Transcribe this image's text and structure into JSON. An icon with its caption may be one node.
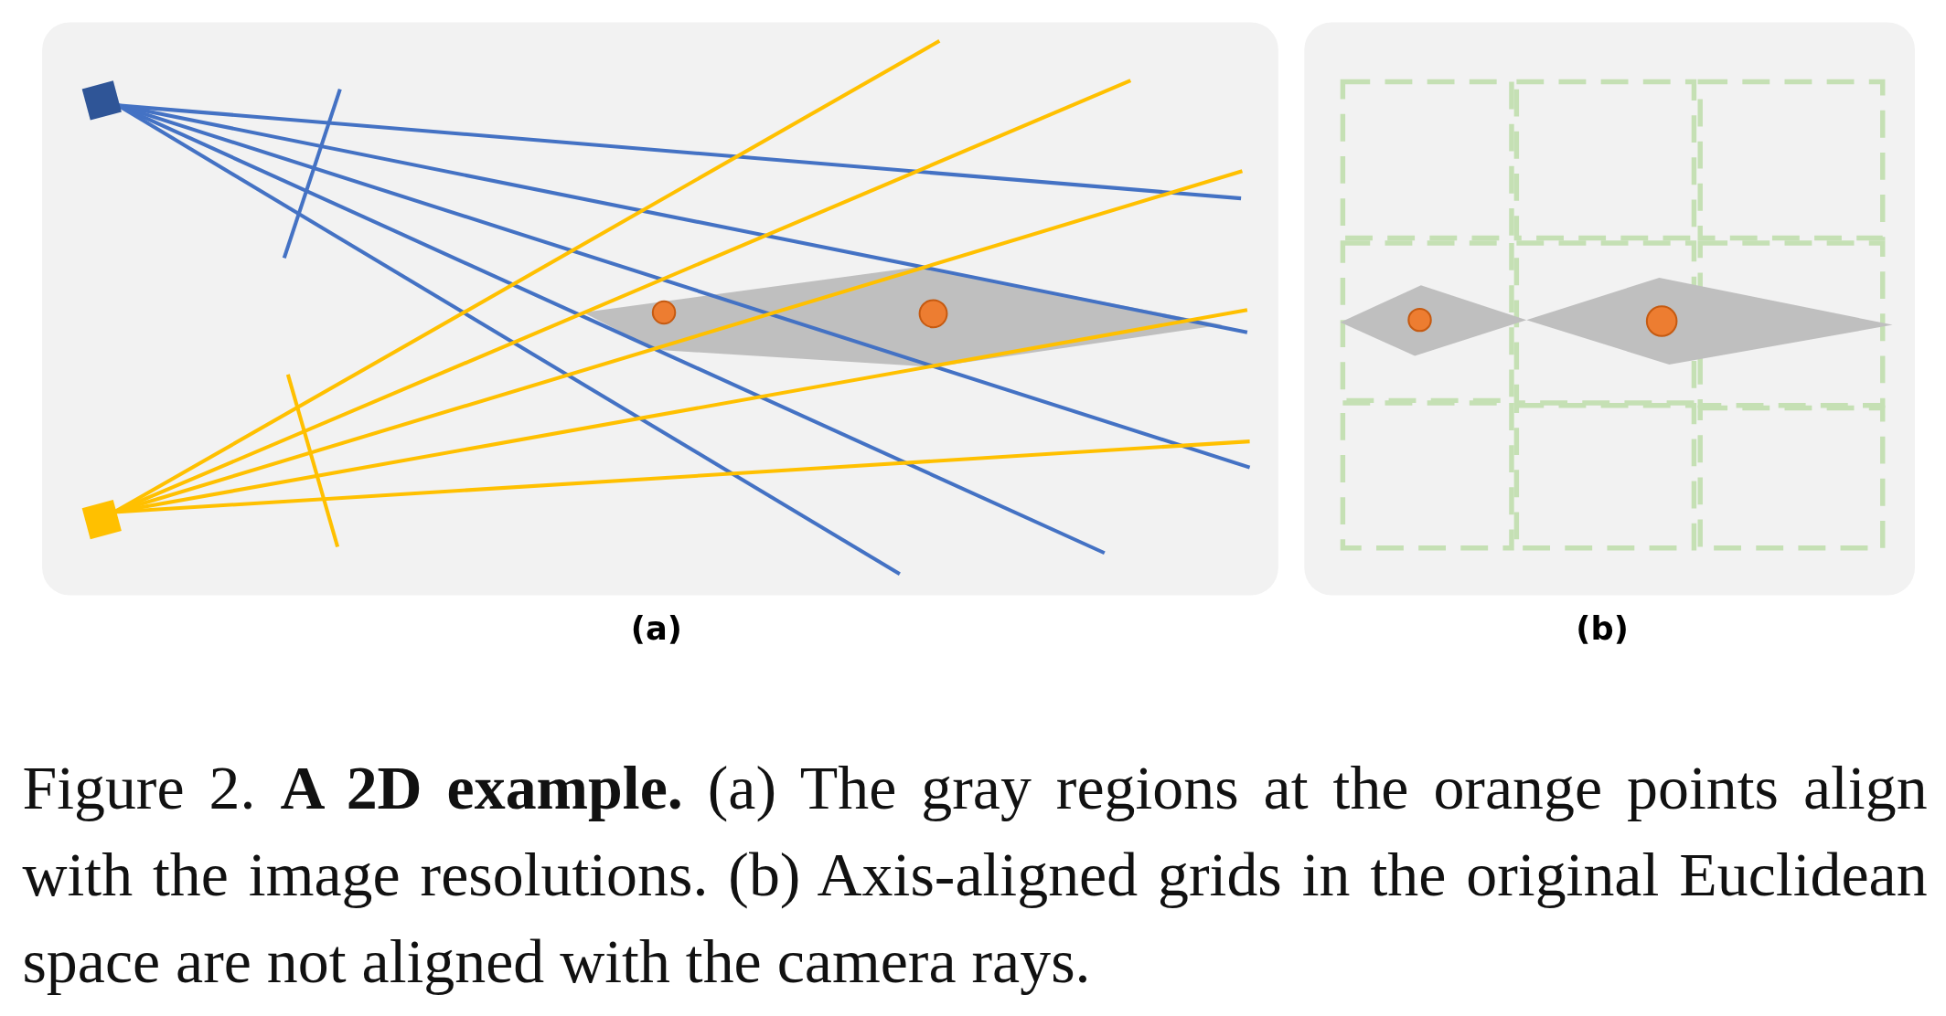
{
  "diagram": {
    "caption": "Figure 2. **A 2D example.** (a) The gray regions at the orange points align with the image resolutions. (b) Axis-aligned grids in the original Euclidean space are not aligned with the camera rays.",
    "labels": [
      "(a)",
      "(b)"
    ]
  }
}
